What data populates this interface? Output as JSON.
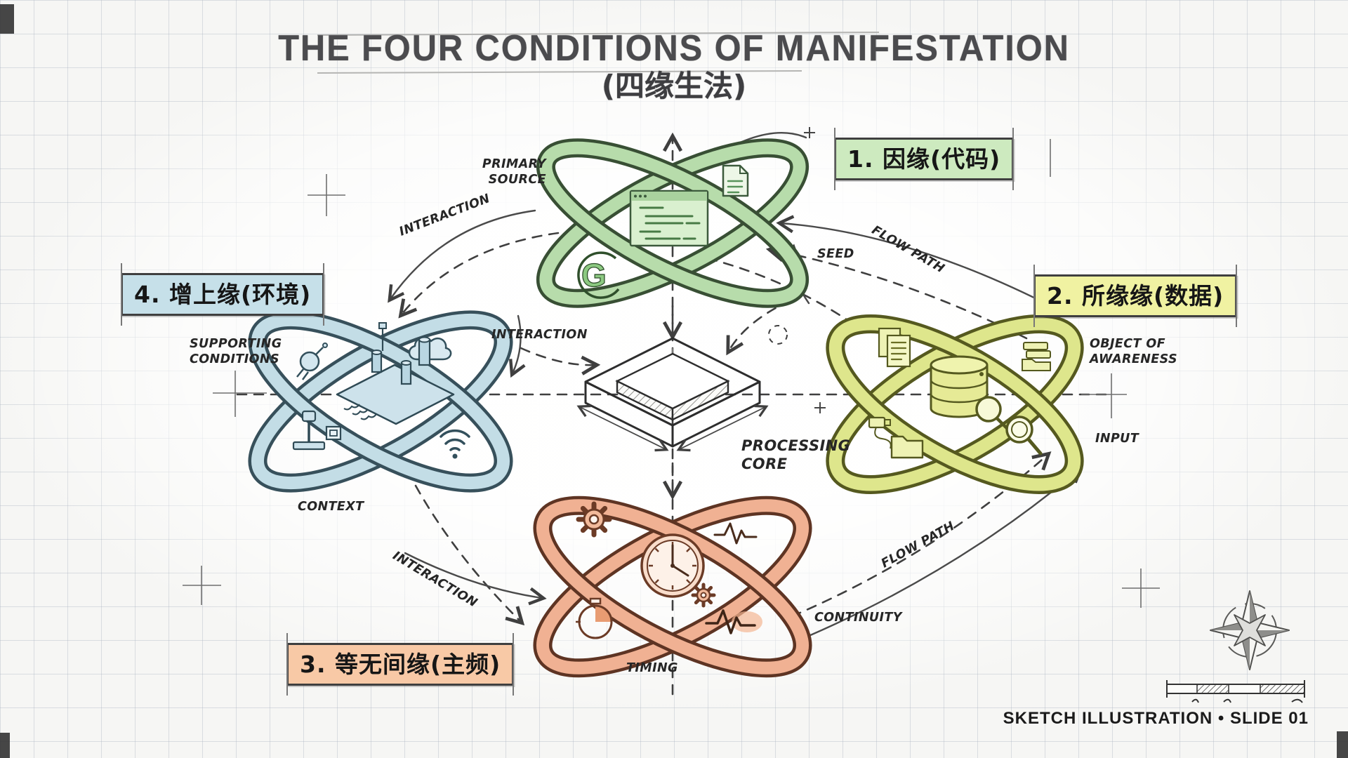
{
  "title": {
    "main": "THE FOUR CONDITIONS OF MANIFESTATION",
    "sub": "(四缘生法)"
  },
  "condition_labels": {
    "c1": {
      "text": "1. 因缘(代码)",
      "bg": "#cdeabf"
    },
    "c2": {
      "text": "2. 所缘缘(数据)",
      "bg": "#f0f2a2"
    },
    "c3": {
      "text": "3. 等无间缘(主频)",
      "bg": "#f8c9a6"
    },
    "c4": {
      "text": "4. 增上缘(环境)",
      "bg": "#c6e0e9"
    }
  },
  "annotations": {
    "primary_source": "PRIMARY\nSOURCE",
    "seed": "SEED",
    "flow_path_top": "FLOW PATH",
    "flow_path_bottom": "FLOW PATH",
    "interaction_top_left": "INTERACTION",
    "interaction_center": "INTERACTION",
    "interaction_bottom_left": "INTERACTION",
    "supporting_conditions": "SUPPORTING\nCONDITIONS",
    "context": "CONTEXT",
    "object_of_awareness": "OBJECT OF\nAWARENESS",
    "input": "INPUT",
    "processing_core": "PROCESSING\nCORE",
    "timing": "TIMING",
    "continuity": "CONTINUITY"
  },
  "footer": {
    "caption": "SKETCH ILLUSTRATION • SLIDE 01"
  },
  "palette": {
    "code_ring": "#b7dcab",
    "data_ring": "#dee68c",
    "frequency_ring": "#f0b193",
    "environment_ring": "#c3dde6",
    "ink": "#3f3f3f",
    "grid": "#d9dde1"
  },
  "icon_names": [
    "code-editor-icon",
    "document-icon",
    "g-version-icon",
    "satellite-icon",
    "cloud-icon",
    "circuit-board-icon",
    "joystick-icon",
    "wifi-icon",
    "documents-icon",
    "folder-stack-icon",
    "database-icon",
    "database-search-icon",
    "usb-folder-icon",
    "magnifier-icon",
    "gear-icon",
    "clock-icon",
    "small-gear-icon",
    "waveform-icon",
    "pulse-waveform-icon",
    "timer-icon",
    "processing-core-chip",
    "compass-rose-icon",
    "scale-bar"
  ]
}
